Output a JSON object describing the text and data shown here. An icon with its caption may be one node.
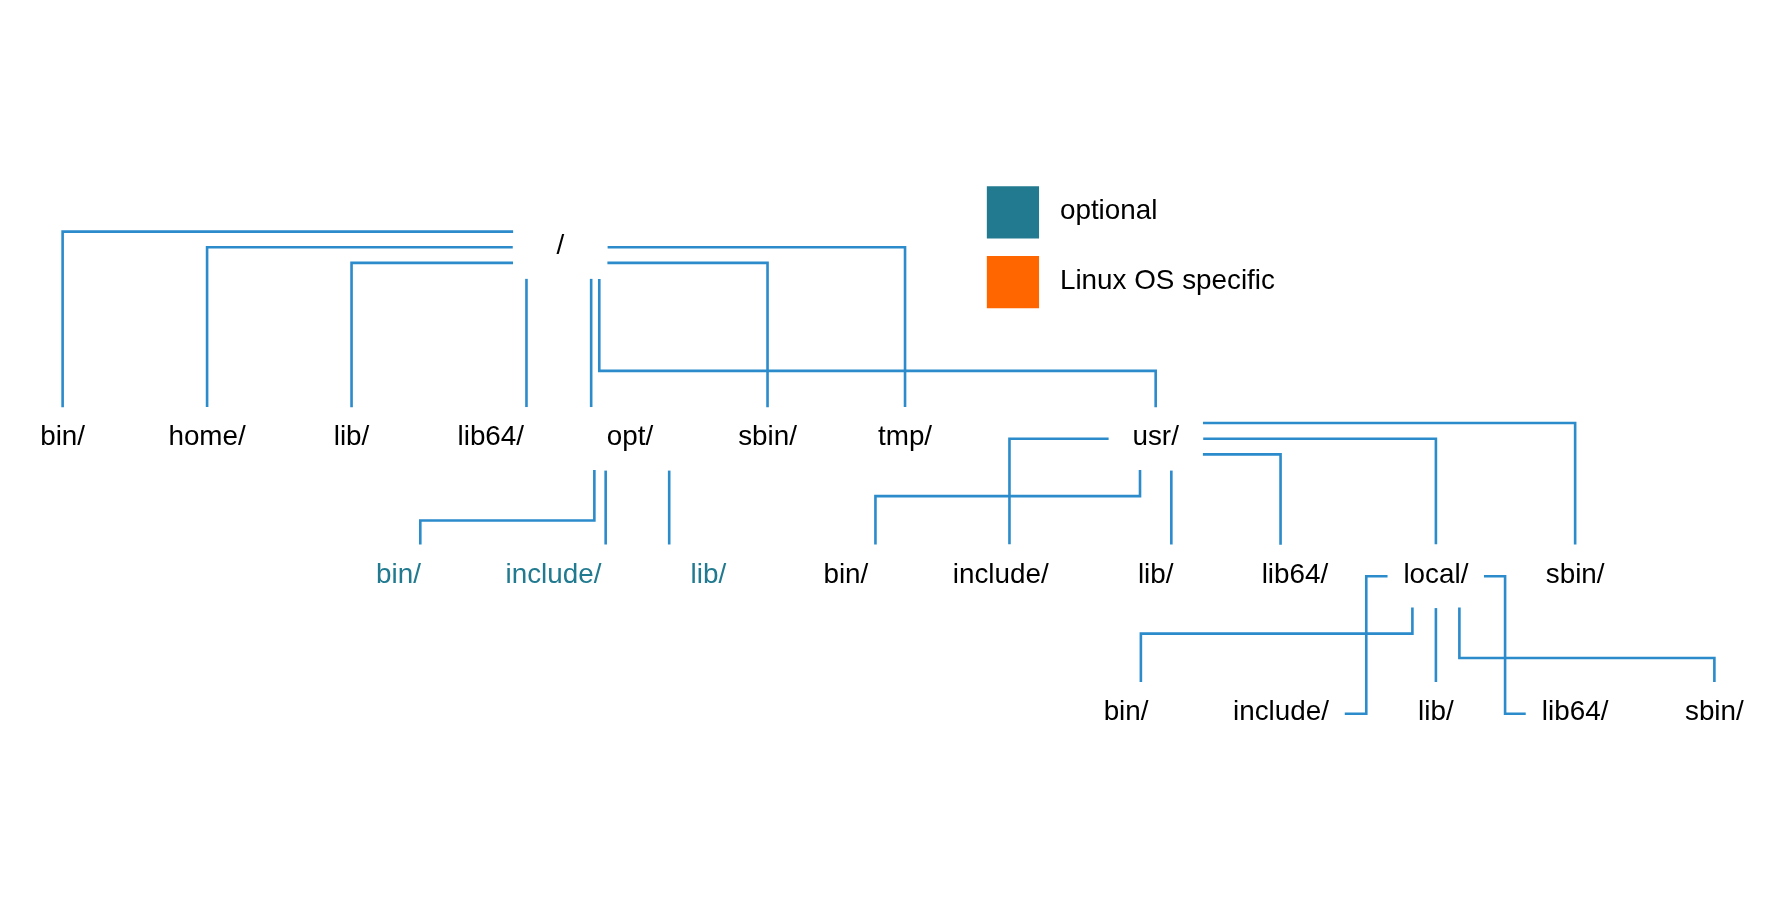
{
  "diagram": {
    "nodes": [
      {
        "text": [
          "/"
        ]
      },
      {
        "text": [
          "bin/"
        ]
      },
      {
        "text": [
          "home/"
        ]
      },
      {
        "text": [
          "lib/"
        ]
      },
      {
        "text": [
          "lib64/"
        ]
      },
      {
        "text": [
          "opt/"
        ]
      },
      {
        "text": [
          "sbin/"
        ]
      },
      {
        "text": [
          "tmp/"
        ]
      },
      {
        "text": [
          "usr/"
        ]
      },
      {
        "text": [
          "bin/"
        ]
      },
      {
        "text": [
          "include/"
        ]
      },
      {
        "text": [
          "lib/"
        ]
      },
      {
        "text": [
          "bin/"
        ]
      },
      {
        "text": [
          "include/"
        ]
      },
      {
        "text": [
          "lib/"
        ]
      },
      {
        "text": [
          "lib64/"
        ]
      },
      {
        "text": [
          "local/"
        ]
      },
      {
        "text": [
          "sbin/"
        ]
      },
      {
        "text": [
          "bin/"
        ]
      },
      {
        "text": [
          "include/"
        ]
      },
      {
        "text": [
          "lib/"
        ]
      },
      {
        "text": [
          "lib64/"
        ]
      },
      {
        "text": [
          "sbin/"
        ]
      }
    ],
    "edges": [
      {
        "from": 0,
        "to": 1,
        "arrow": "none"
      },
      {
        "from": 0,
        "to": 2,
        "arrow": "none"
      },
      {
        "from": 0,
        "to": 3,
        "arrow": "none"
      },
      {
        "from": 0,
        "to": 4,
        "arrow": "none"
      },
      {
        "from": 0,
        "to": 5,
        "arrow": "none"
      },
      {
        "from": 0,
        "to": 6,
        "arrow": "none"
      },
      {
        "from": 0,
        "to": 7,
        "arrow": "none"
      },
      {
        "from": 0,
        "to": 8,
        "arrow": "none"
      },
      {
        "from": 5,
        "to": 9,
        "arrow": "none"
      },
      {
        "from": 5,
        "to": 10,
        "arrow": "none"
      },
      {
        "from": 5,
        "to": 11,
        "arrow": "none"
      },
      {
        "from": 8,
        "to": 12,
        "arrow": "none"
      },
      {
        "from": 8,
        "to": 13,
        "arrow": "none"
      },
      {
        "from": 8,
        "to": 14,
        "arrow": "none"
      },
      {
        "from": 8,
        "to": 15,
        "arrow": "none"
      },
      {
        "from": 8,
        "to": 16,
        "arrow": "none"
      },
      {
        "from": 8,
        "to": 17,
        "arrow": "none"
      },
      {
        "from": 16,
        "to": 18,
        "arrow": "none"
      },
      {
        "from": 16,
        "to": 19,
        "arrow": "none"
      },
      {
        "from": 16,
        "to": 20,
        "arrow": "none"
      },
      {
        "from": 16,
        "to": 21,
        "arrow": "none"
      },
      {
        "from": 16,
        "to": 22,
        "arrow": "none"
      }
    ],
    "legend": [
      {
        "text": "optional",
        "color": "#217a8f"
      },
      {
        "text": "Linux OS specific",
        "color": "#ff6600"
      }
    ]
  }
}
